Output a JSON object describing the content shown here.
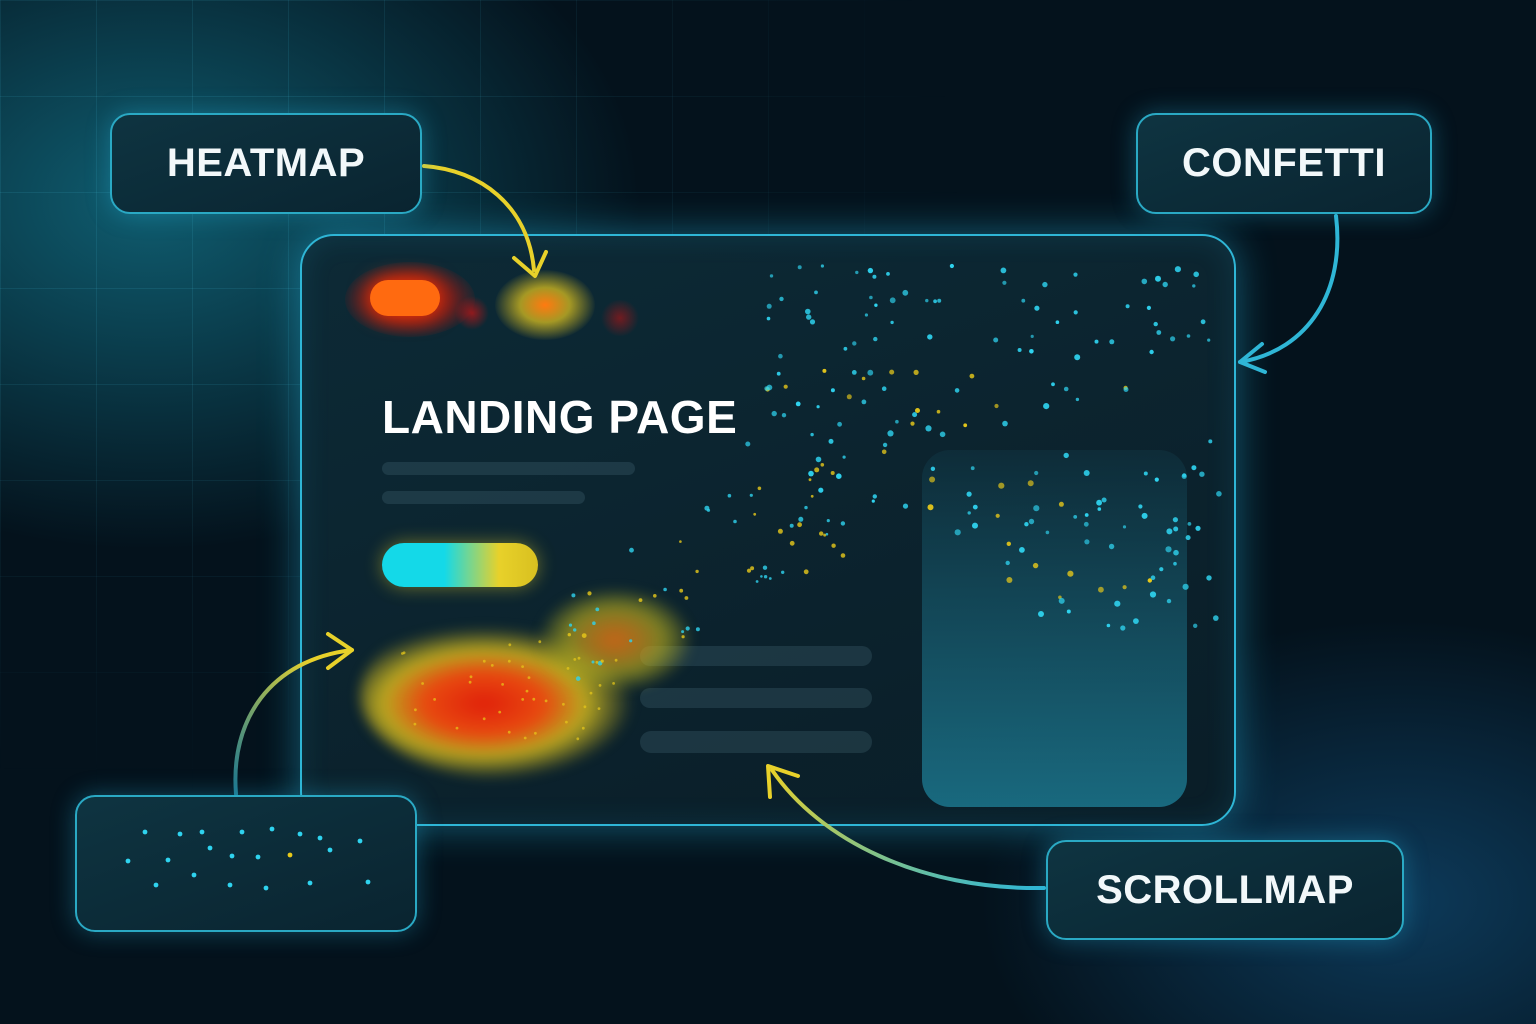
{
  "labels": {
    "heatmap": "HEATMAP",
    "confetti": "CONFETTI",
    "scrollmap": "SCROLLMAP",
    "landing_page": "LANDING PAGE"
  },
  "colors": {
    "background": "#04121c",
    "card_border": "#2fb6d6",
    "arrow_yellow": "#e8d12a",
    "arrow_cyan": "#2fb6d6",
    "heat_red": "#e0200a",
    "heat_orange": "#ff6a10",
    "confetti_cyan": "#2fd3ef",
    "confetti_yellow": "#e8c91a"
  },
  "icons": {
    "heatmap_arrow": "curved-arrow-icon",
    "confetti_arrow": "curved-arrow-icon",
    "scrollmap_arrow": "curved-arrow-icon",
    "dots_arrow": "curved-arrow-icon"
  }
}
